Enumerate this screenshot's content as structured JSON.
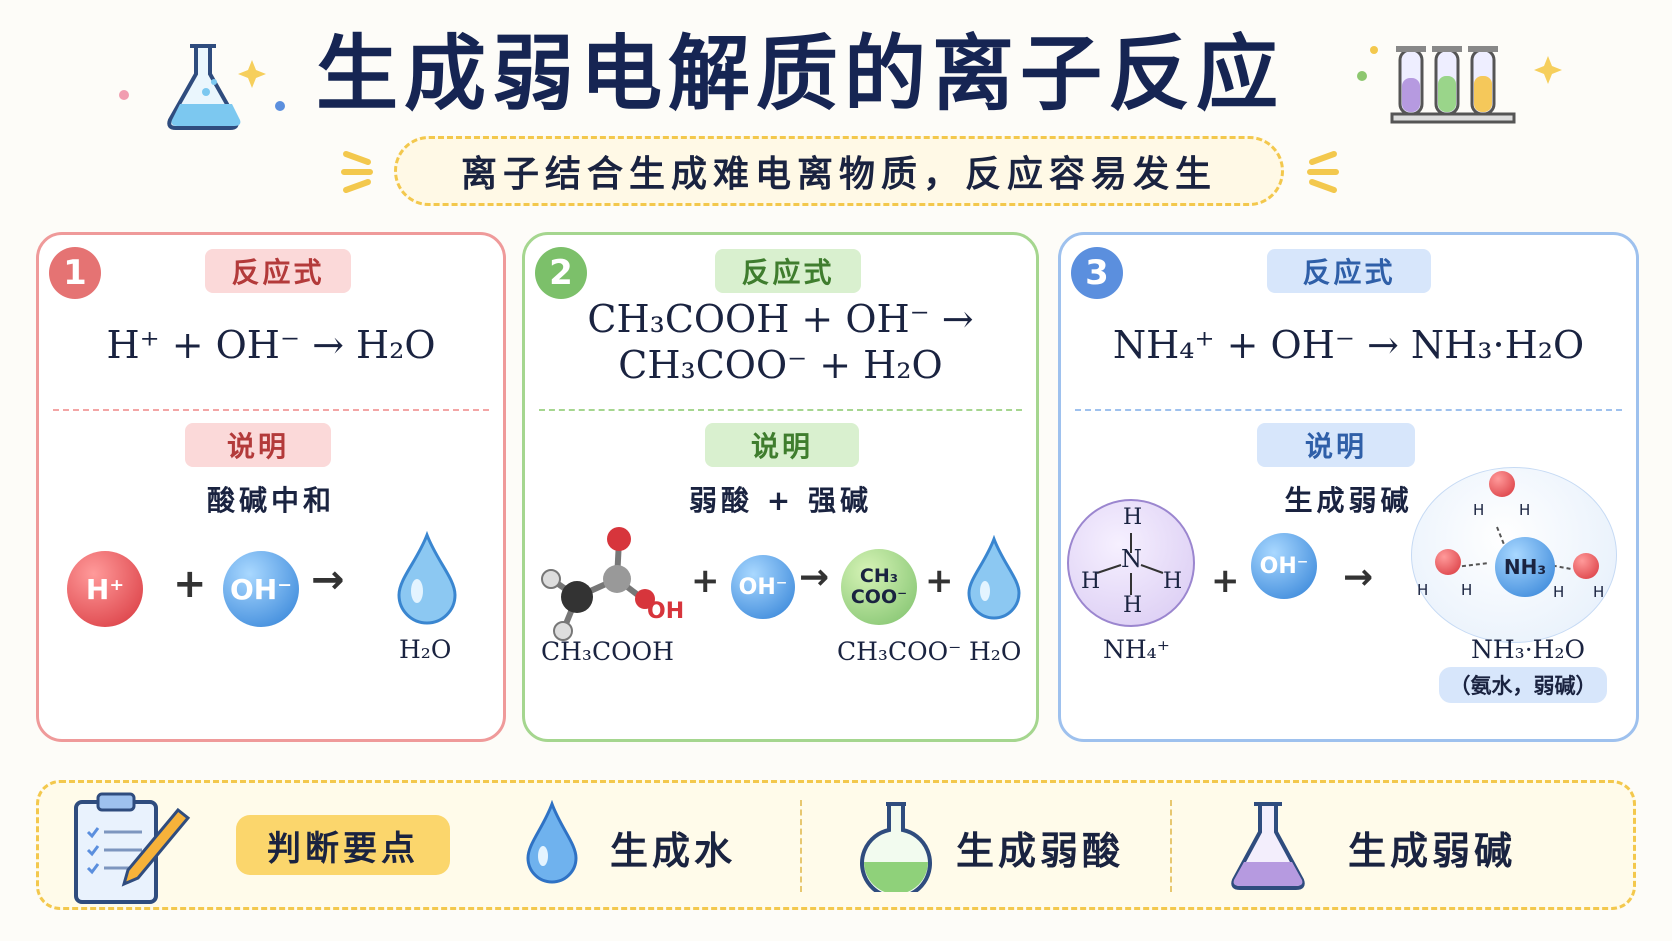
{
  "header": {
    "title": "生成弱电解质的离子反应",
    "subtitle": "离子结合生成难电离物质，反应容易发生"
  },
  "panels": [
    {
      "number": "1",
      "equation_label": "反应式",
      "equation_line1": "H⁺ + OH⁻ → H₂O",
      "note_label": "说明",
      "note": "酸碱中和",
      "product_caption": "H₂O",
      "ion_labels": [
        "H⁺",
        "OH⁻"
      ],
      "color": "#e57373"
    },
    {
      "number": "2",
      "equation_label": "反应式",
      "equation_line1": "CH₃COOH + OH⁻ →",
      "equation_line2": "CH₃COO⁻ + H₂O",
      "note_label": "说明",
      "note": "弱酸 + 强碱",
      "reactant_caption": "CH₃COOH",
      "ion_labels": [
        "OH⁻",
        "CH₃",
        "COO⁻"
      ],
      "oh_label": "OH",
      "product_caption_1": "CH₃COO⁻",
      "product_caption_2": "H₂O",
      "color": "#7cc06a"
    },
    {
      "number": "3",
      "equation_label": "反应式",
      "equation_line1": "NH₄⁺ + OH⁻ → NH₃·H₂O",
      "note_label": "说明",
      "note": "生成弱碱",
      "reactant_caption": "NH₄⁺",
      "ion_labels": [
        "OH⁻",
        "NH₃"
      ],
      "nh4_atoms": [
        "H",
        "N",
        "H",
        "H",
        "H"
      ],
      "water_atom": "H",
      "product_caption": "NH₃·H₂O",
      "product_note": "（氨水，弱碱）",
      "color": "#5b8fde"
    }
  ],
  "operators": {
    "plus": "+",
    "arrow": "→"
  },
  "bottom": {
    "key_label": "判断要点",
    "items": [
      "生成水",
      "生成弱酸",
      "生成弱碱"
    ]
  }
}
